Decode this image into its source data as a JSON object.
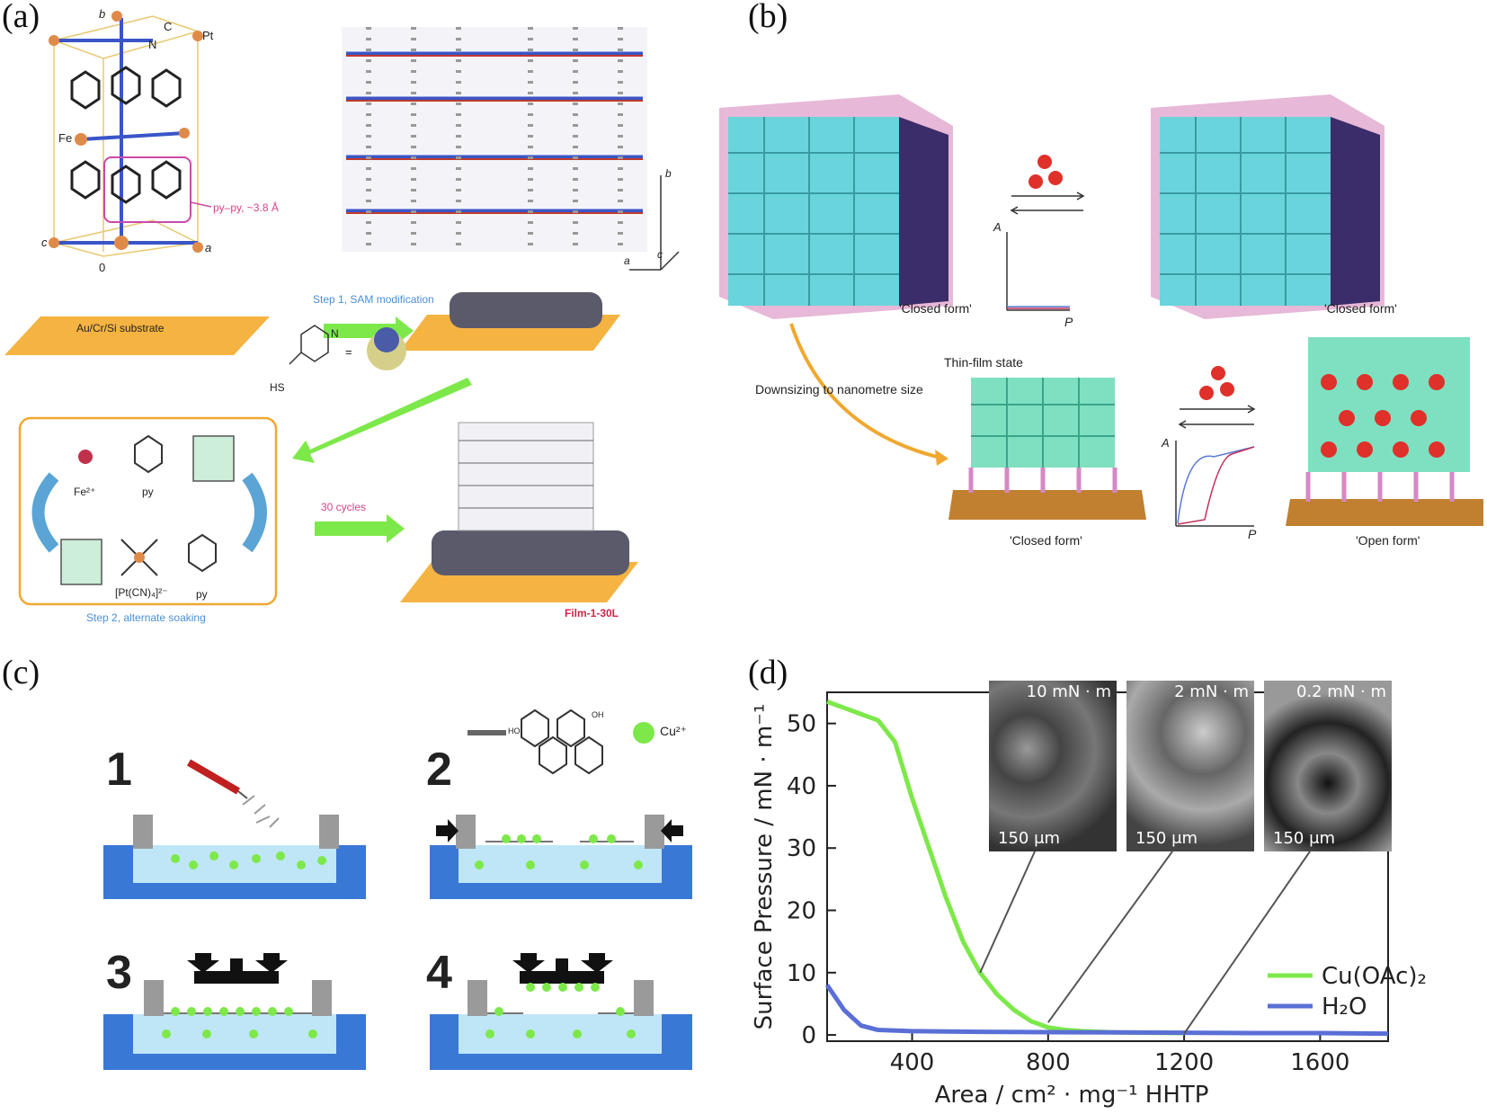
{
  "panels": {
    "a": {
      "label": "(a)",
      "atoms": {
        "b": "b",
        "c_top": "C",
        "pt": "Pt",
        "n": "N",
        "fe": "Fe",
        "c_axis": "c",
        "a_axis": "a",
        "zero": "0"
      },
      "pypy": "py–py, ~3.8 Å",
      "axes": {
        "b": "b",
        "a": "a",
        "c": "c"
      },
      "substrate": "Au/Cr/Si substrate",
      "step1": "Step 1, SAM modification",
      "hs": "HS",
      "n_label": "N",
      "equals": "=",
      "fe_ion": "Fe²⁺",
      "py1": "py",
      "pt_ion": "[Pt(CN)₄]²⁻",
      "py2": "py",
      "step2": "Step 2, alternate soaking",
      "cycles": "30 cycles",
      "film": "Film-1-30L"
    },
    "b": {
      "label": "(b)",
      "closed1": "'Closed form'",
      "closed2": "'Closed form'",
      "closed3": "'Closed form'",
      "open": "'Open form'",
      "thin_film": "Thin-film state",
      "downsizing": "Downsizing to nanometre size",
      "axis_a1": "A",
      "axis_p1": "P",
      "axis_a2": "A",
      "axis_p2": "P"
    },
    "c": {
      "label": "(c)",
      "steps": [
        "1",
        "2",
        "3",
        "4"
      ],
      "cu": "Cu²⁺",
      "oh": "OH",
      "ho": "HO"
    },
    "d": {
      "label": "(d)",
      "sem": [
        "10 mN · m",
        "2 mN · m",
        "0.2 mN · m"
      ],
      "scale": "150 μm"
    }
  },
  "chart_data": {
    "type": "line",
    "title": "",
    "xlabel": "Area / cm² · mg⁻¹ HHTP",
    "ylabel": "Surface Pressure / mN · m⁻¹",
    "xlim": [
      150,
      1800
    ],
    "ylim": [
      -1,
      55
    ],
    "xticks": [
      400,
      800,
      1200,
      1600
    ],
    "yticks": [
      0,
      10,
      20,
      30,
      40,
      50
    ],
    "legend_position": "bottom-right",
    "series": [
      {
        "name": "Cu(OAc)₂",
        "color": "#7de84a",
        "x": [
          150,
          200,
          250,
          300,
          350,
          400,
          450,
          500,
          550,
          600,
          650,
          700,
          750,
          800,
          850,
          900,
          1000,
          1100,
          1200
        ],
        "y": [
          53.5,
          52.5,
          51.5,
          50.5,
          47,
          38,
          30,
          22,
          15,
          10,
          6.5,
          4,
          2.2,
          1.2,
          0.8,
          0.6,
          0.4,
          0.35,
          0.3
        ]
      },
      {
        "name": "H₂O",
        "color": "#5a6fd6",
        "x": [
          150,
          200,
          250,
          300,
          400,
          600,
          800,
          1000,
          1200,
          1400,
          1600,
          1800
        ],
        "y": [
          8,
          4,
          1.5,
          0.8,
          0.6,
          0.5,
          0.45,
          0.4,
          0.35,
          0.3,
          0.3,
          0.2
        ]
      }
    ],
    "sem_markers": [
      {
        "label": "10 mN · m",
        "x": 600,
        "y": 10
      },
      {
        "label": "2 mN · m",
        "x": 800,
        "y": 2
      },
      {
        "label": "0.2 mN · m",
        "x": 1200,
        "y": 0.2
      }
    ]
  }
}
